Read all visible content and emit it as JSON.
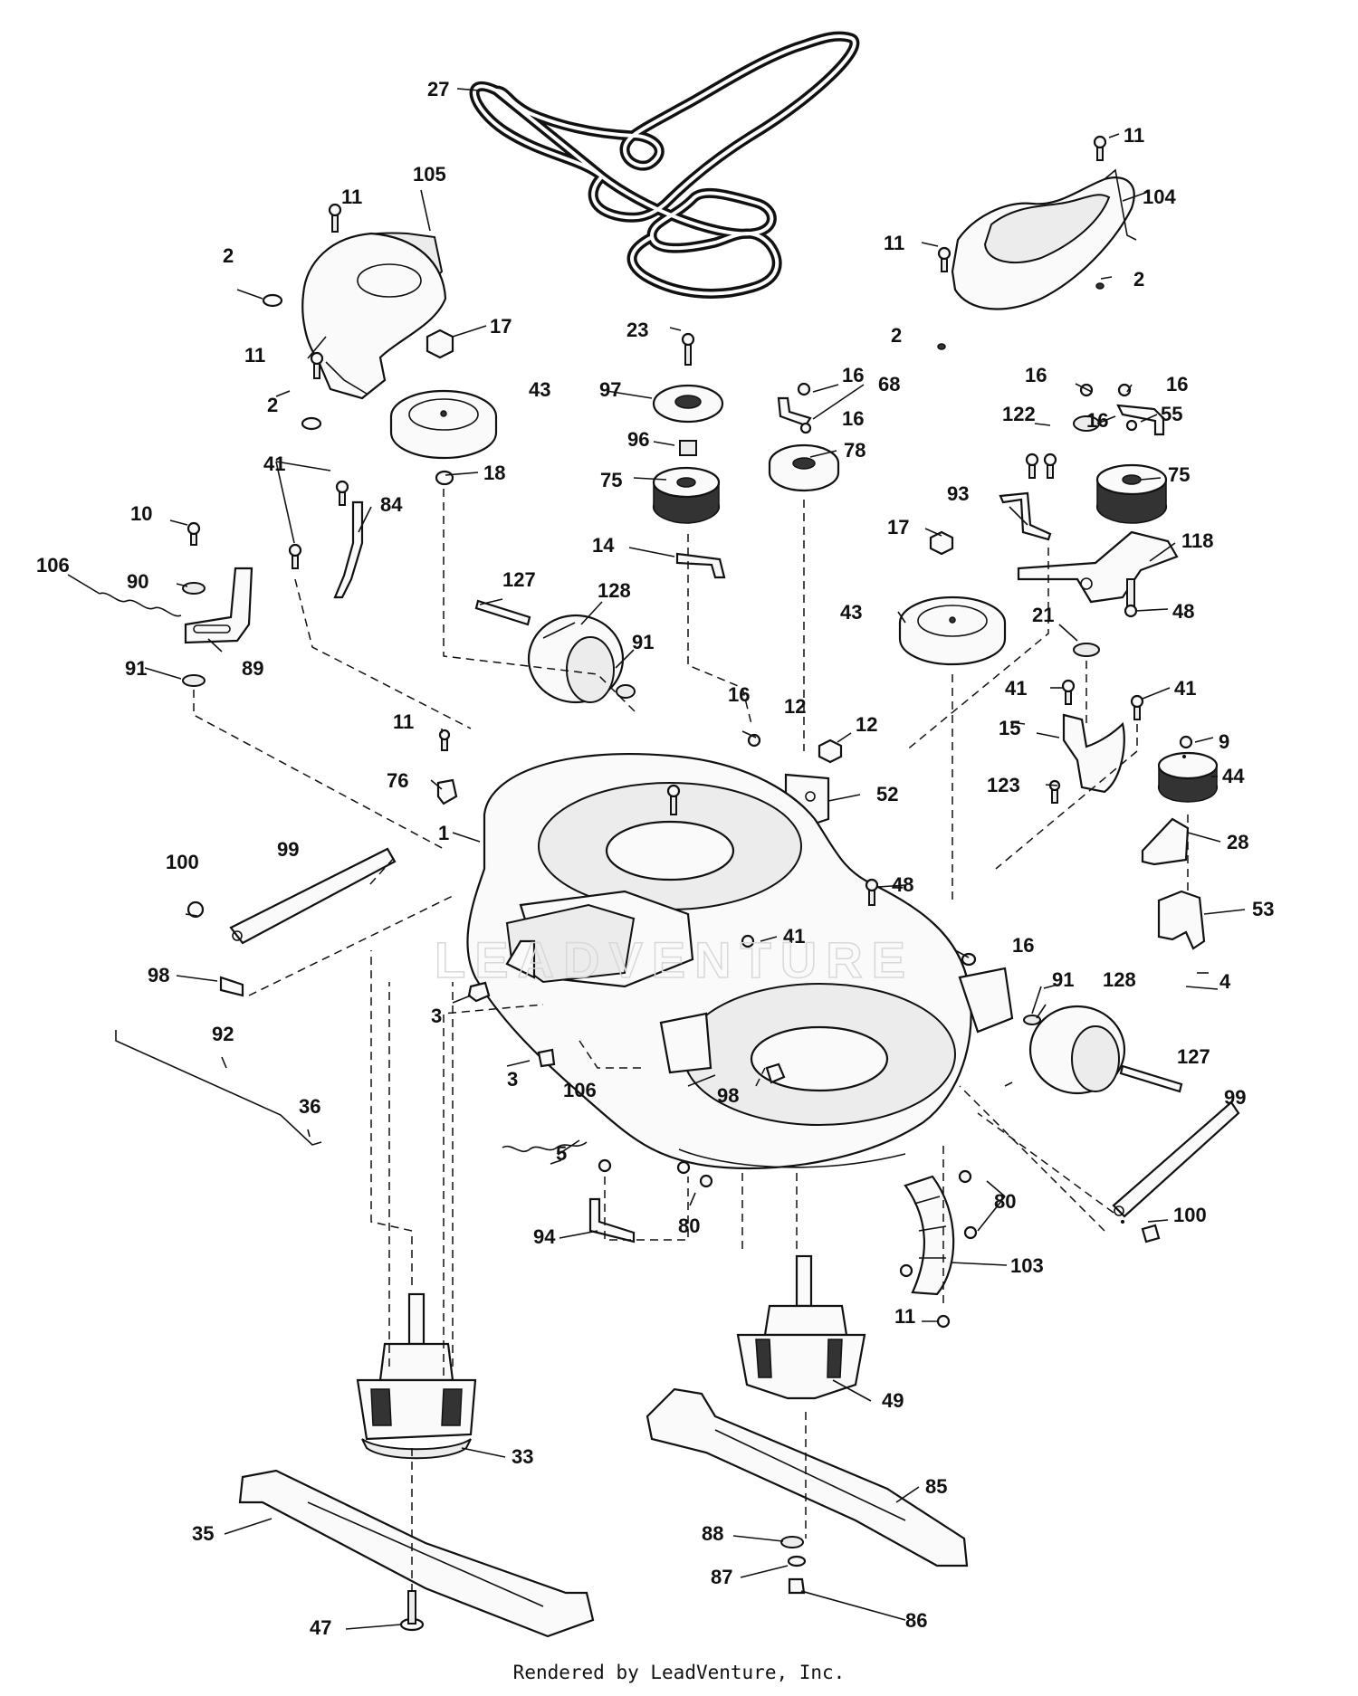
{
  "footer": "Rendered by LeadVenture, Inc.",
  "watermark": "LEADVENTURE",
  "callouts": [
    "27",
    "11",
    "105",
    "104",
    "11",
    "2",
    "2",
    "2",
    "11",
    "17",
    "23",
    "16",
    "68",
    "16",
    "122",
    "16",
    "55",
    "2",
    "43",
    "97",
    "16",
    "11",
    "75",
    "96",
    "78",
    "18",
    "41",
    "84",
    "93",
    "75",
    "10",
    "16",
    "14",
    "118",
    "17",
    "106",
    "90",
    "127",
    "128",
    "48",
    "21",
    "89",
    "91",
    "43",
    "41",
    "41",
    "91",
    "16",
    "12",
    "12",
    "15",
    "9",
    "11",
    "44",
    "76",
    "52",
    "123",
    "1",
    "99",
    "28",
    "100",
    "48",
    "53",
    "98",
    "41",
    "16",
    "3",
    "4",
    "92",
    "91",
    "128",
    "127",
    "3",
    "106",
    "98",
    "99",
    "36",
    "5",
    "80",
    "100",
    "94",
    "80",
    "103",
    "11",
    "49",
    "33",
    "85",
    "35",
    "88",
    "87",
    "47",
    "86"
  ]
}
